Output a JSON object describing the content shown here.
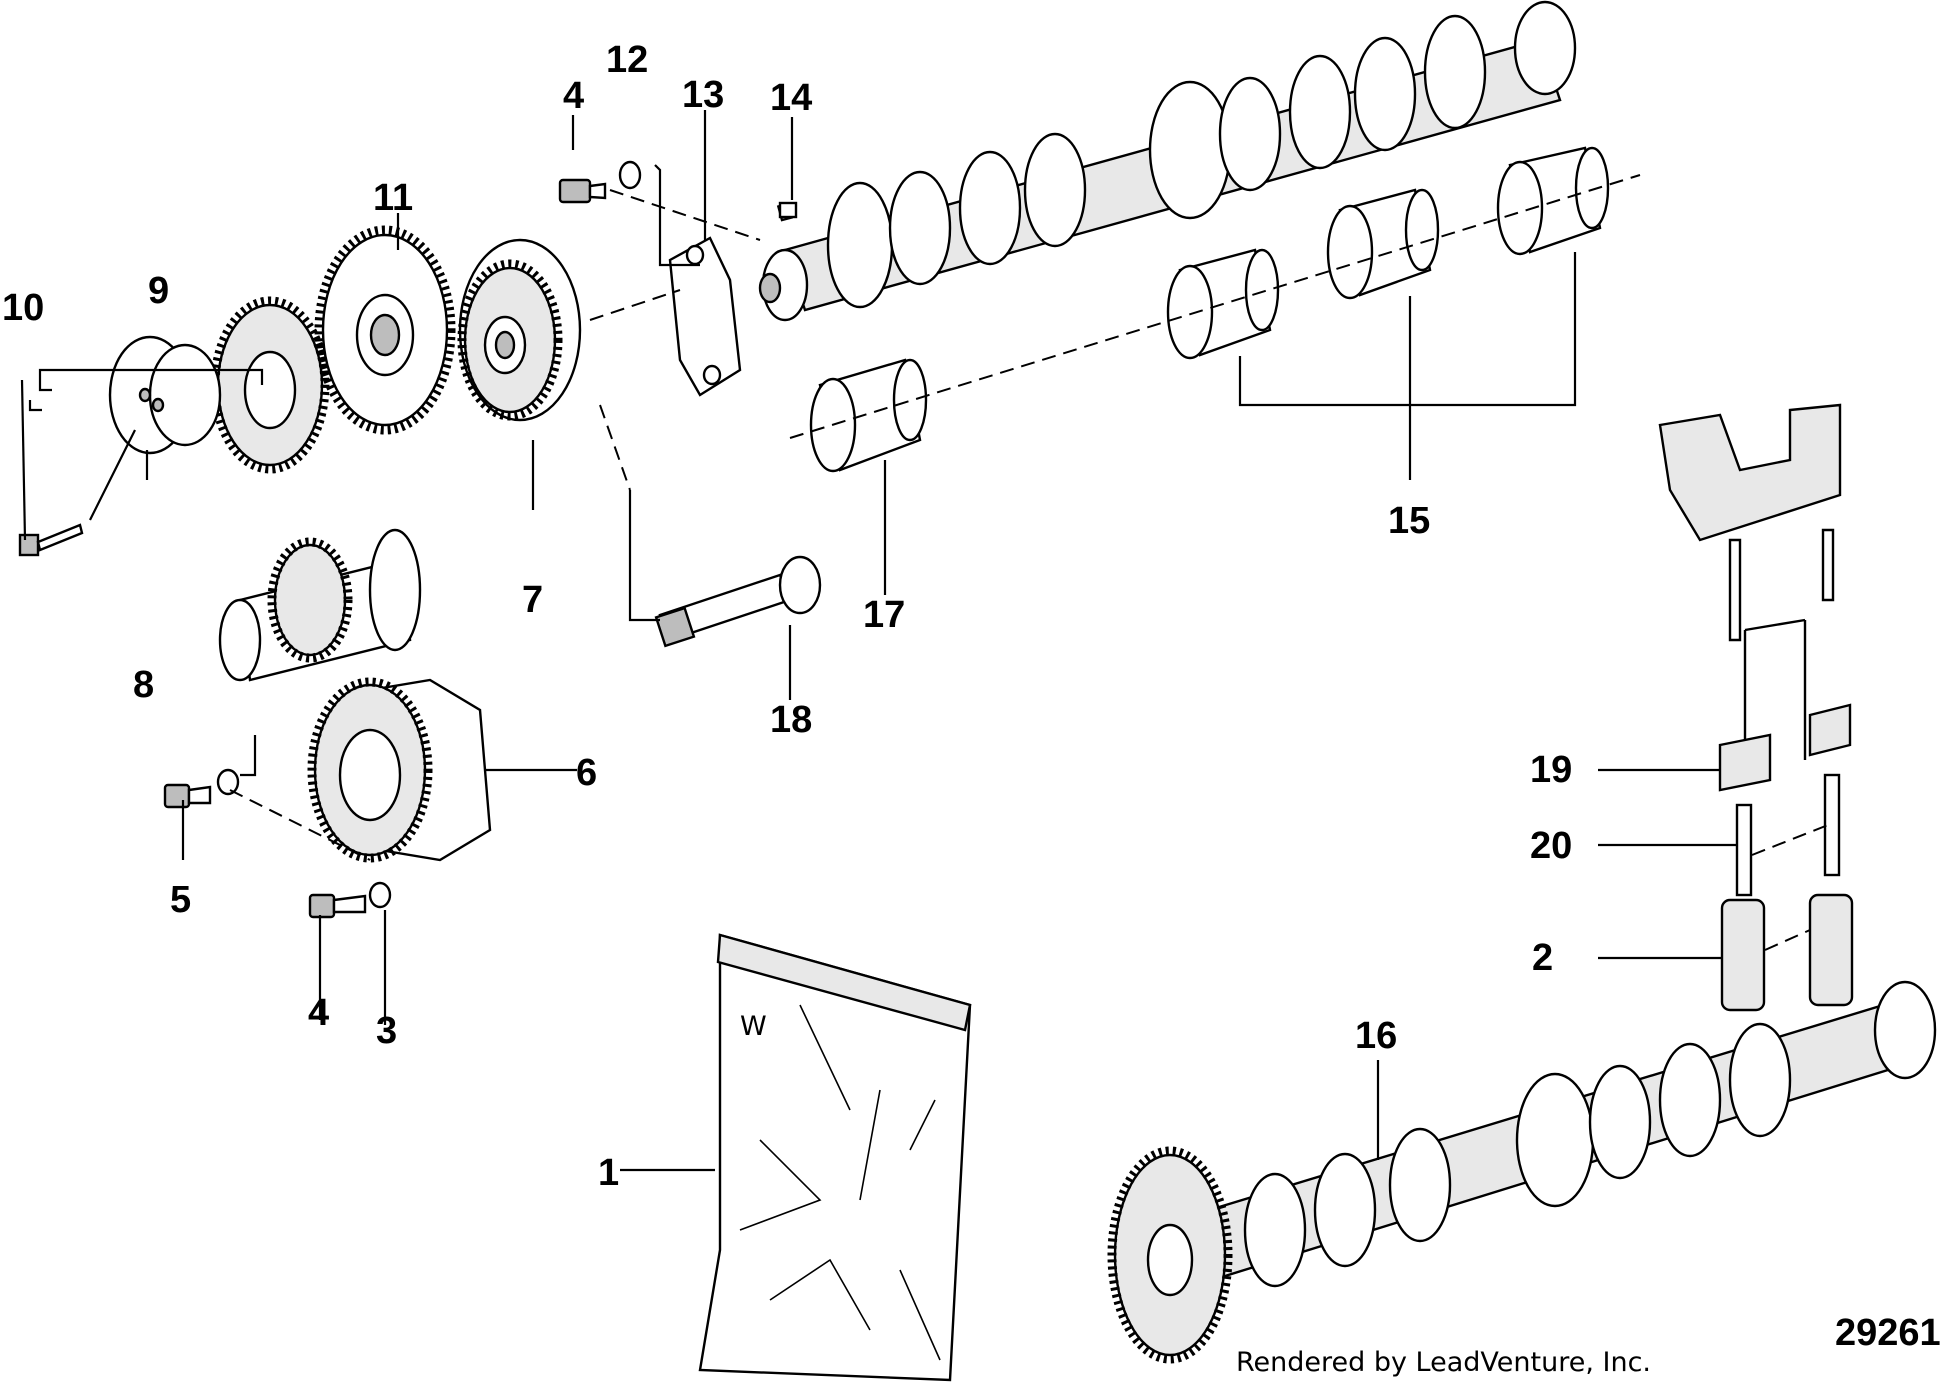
{
  "callouts": {
    "c1": "1",
    "c2": "2",
    "c3": "3",
    "c4a": "4",
    "c4b": "4",
    "c5": "5",
    "c6": "6",
    "c7": "7",
    "c8": "8",
    "c9": "9",
    "c10": "10",
    "c11": "11",
    "c12": "12",
    "c13": "13",
    "c14": "14",
    "c15": "15",
    "c16": "16",
    "c17": "17",
    "c18": "18",
    "c19": "19",
    "c20": "20"
  },
  "reference_number": "29261",
  "credit": "Rendered by LeadVenture, Inc."
}
